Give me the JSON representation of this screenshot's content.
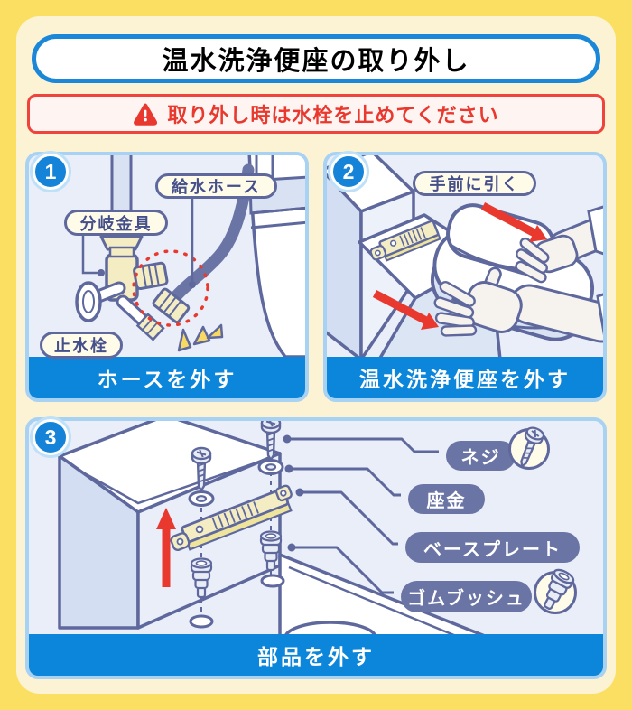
{
  "title": {
    "blue_part": "温水洗浄便座の",
    "red_part": "取り外し"
  },
  "warning": {
    "text": "取り外し時は水栓を止めてください",
    "icon": "warning-triangle-icon"
  },
  "steps": [
    {
      "number": "1",
      "caption": "ホースを外す",
      "labels": {
        "hose": "給水ホース",
        "fitting": "分岐金具",
        "valve": "止水栓"
      }
    },
    {
      "number": "2",
      "caption": "温水洗浄便座を外す",
      "labels": {
        "pull": "手前に引く"
      }
    },
    {
      "number": "3",
      "caption": "部品を外す",
      "labels": {
        "screw": "ネジ",
        "washer": "座金",
        "baseplate": "ベースプレート",
        "bush": "ゴムブッシュ"
      }
    }
  ],
  "icons": {
    "warning": "warning-triangle-icon",
    "screw": "screw-icon",
    "rubber_bush": "rubber-bush-icon"
  },
  "colors": {
    "frame_yellow": "#FBDF62",
    "background_cream": "#FCF3D4",
    "accent_blue": "#1B87D8",
    "caption_blue": "#0C86DA",
    "accent_red": "#E9392F",
    "panel_border": "#A8D2F3",
    "panel_bg": "#E9EEF9",
    "outline_slate": "#5E689C",
    "label_slate": "#6B75A5",
    "part_tan": "#F4EDC3",
    "emphasis_yellow": "#F7D964"
  }
}
